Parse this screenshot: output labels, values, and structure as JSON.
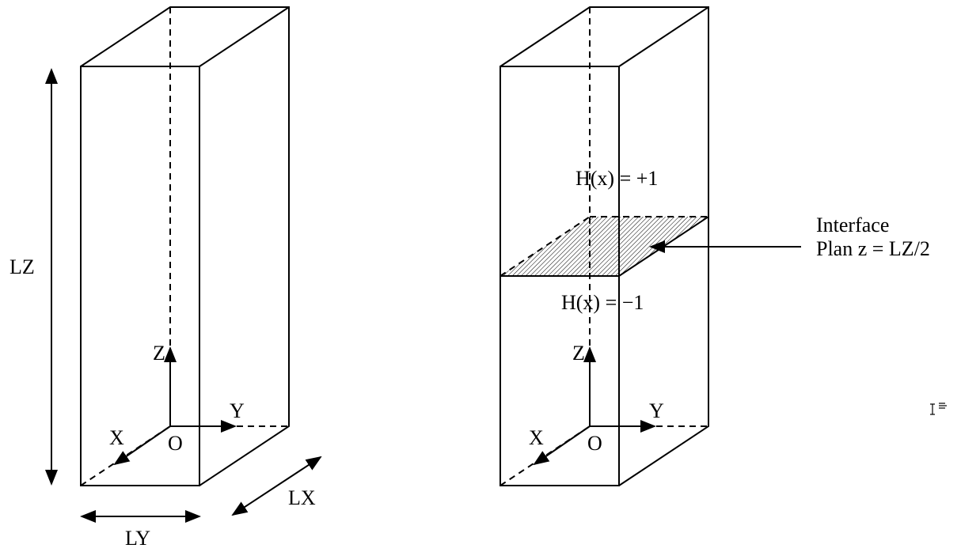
{
  "left_box": {
    "labels": {
      "z_axis": "Z",
      "y_axis": "Y",
      "x_axis": "X",
      "origin": "O",
      "lz": "LZ",
      "ly": "LY",
      "lx": "LX"
    }
  },
  "right_box": {
    "labels": {
      "z_axis": "Z",
      "y_axis": "Y",
      "x_axis": "X",
      "origin": "O",
      "upper_phase": "H(x) = +1",
      "lower_phase": "H(x) = −1",
      "interface_line1": "Interface",
      "interface_line2": "Plan z = LZ/2"
    }
  },
  "cursor_icon": "text-cursor-icon",
  "colors": {
    "stroke": "#000000",
    "background": "#ffffff"
  }
}
